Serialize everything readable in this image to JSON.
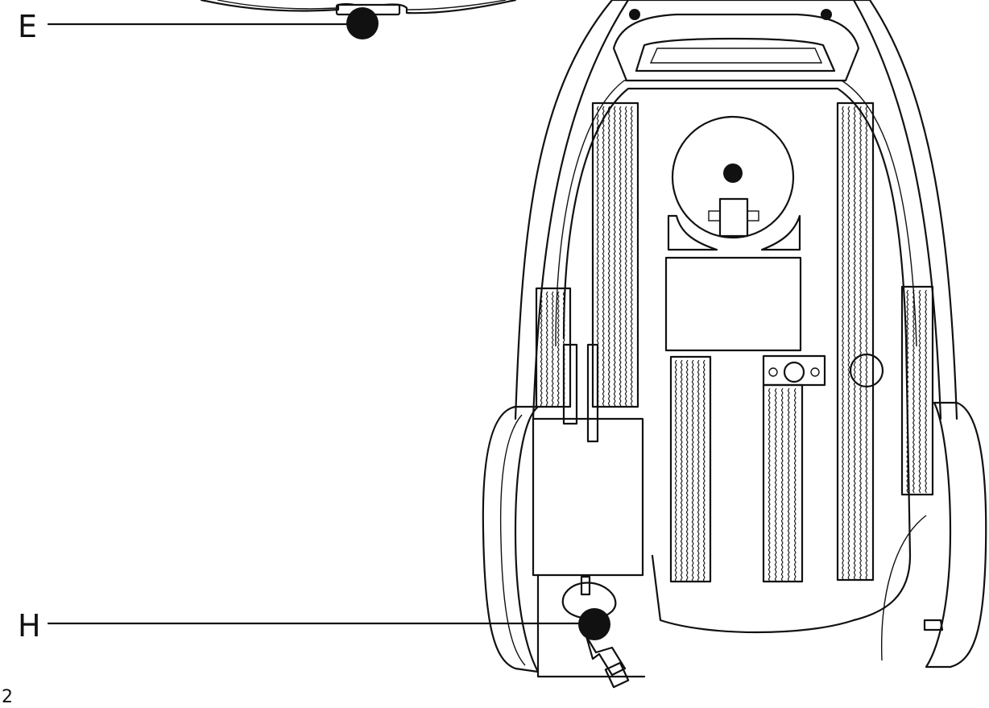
{
  "figure": {
    "callouts": [
      {
        "id": "E",
        "label": "E"
      },
      {
        "id": "H",
        "label": "H"
      }
    ],
    "page_number": "2"
  },
  "colors": {
    "ink": "#111111",
    "paper": "#ffffff"
  }
}
